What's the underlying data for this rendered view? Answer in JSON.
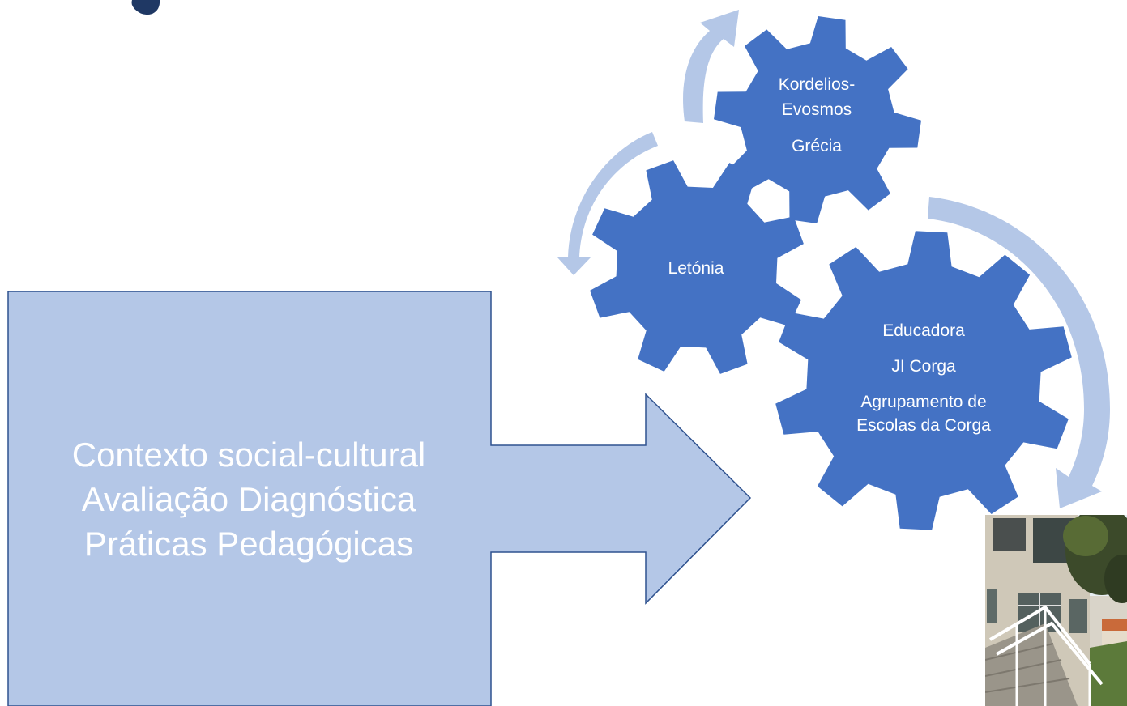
{
  "arrow_box": {
    "lines": [
      "Contexto social-cultural",
      "Avaliação Diagnóstica",
      "Práticas Pedagógicas"
    ]
  },
  "gears": {
    "greece": {
      "line1": "Kordelios-",
      "line2": "Evosmos",
      "line3": "Grécia"
    },
    "latvia": {
      "label": "Letónia"
    },
    "portugal": {
      "line1": "Educadora",
      "line2": "JI Corga",
      "line3": "Agrupamento de",
      "line4": "Escolas da Corga"
    }
  },
  "colors": {
    "gear": "#4472c4",
    "arrow_box": "#b4c7e7",
    "arrow_box_border": "#2f528f",
    "cycle_arrow": "#b4c7e7",
    "logo": "#1f3864"
  }
}
